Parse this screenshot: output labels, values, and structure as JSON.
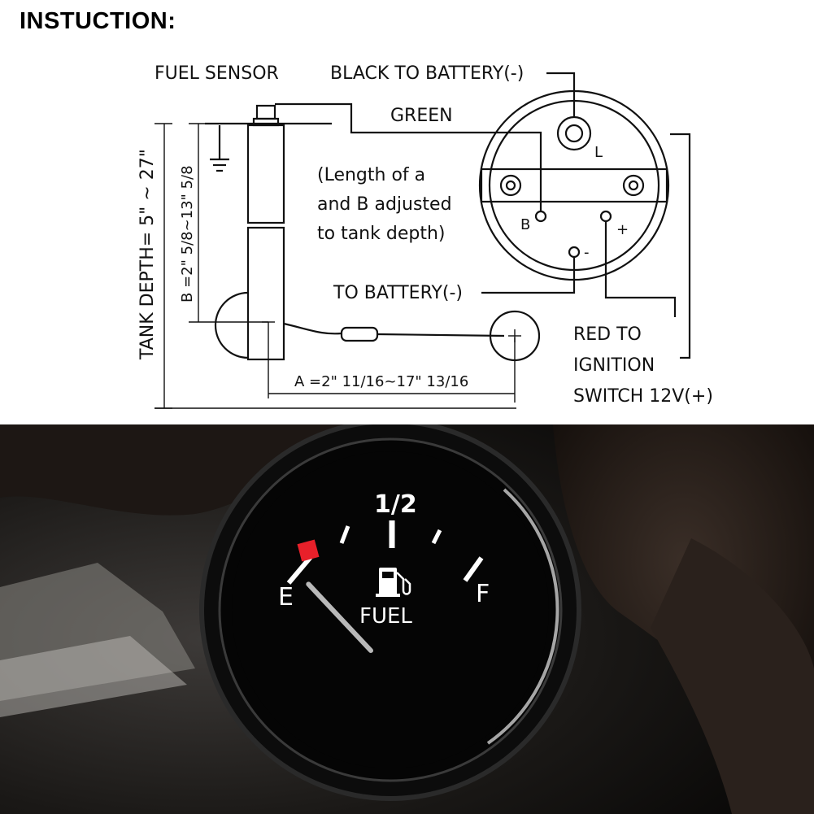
{
  "title": "INSTUCTION:",
  "diagram": {
    "fuel_sensor": "FUEL SENSOR",
    "black_battery": "BLACK TO BATTERY(-)",
    "green": "GREEN",
    "note": [
      "(Length of a",
      "and B adjusted",
      "to tank depth)"
    ],
    "to_battery": "TO BATTERY(-)",
    "red_ignition": [
      "RED TO",
      "IGNITION",
      "SWITCH 12V(+)"
    ],
    "tank_depth": "TANK DEPTH= 5\" ~ 27\"",
    "b_dim": "B =2\" 5/8~13\" 5/8",
    "a_dim": "A =2\" 11/16~17\" 13/16",
    "terminal_l": "L",
    "terminal_b": "B",
    "terminal_minus": "-",
    "terminal_plus": "+"
  },
  "gauge": {
    "half": "1/2",
    "empty": "E",
    "full": "F",
    "fuel": "FUEL",
    "reading_fraction": 0.05,
    "colors": {
      "face": "#050505",
      "marking": "#ffffff",
      "warning": "#e8202a",
      "needle": "#b9b9b9",
      "ring": "#dcdcdc"
    },
    "icons": [
      "fuel-pump-icon"
    ]
  }
}
